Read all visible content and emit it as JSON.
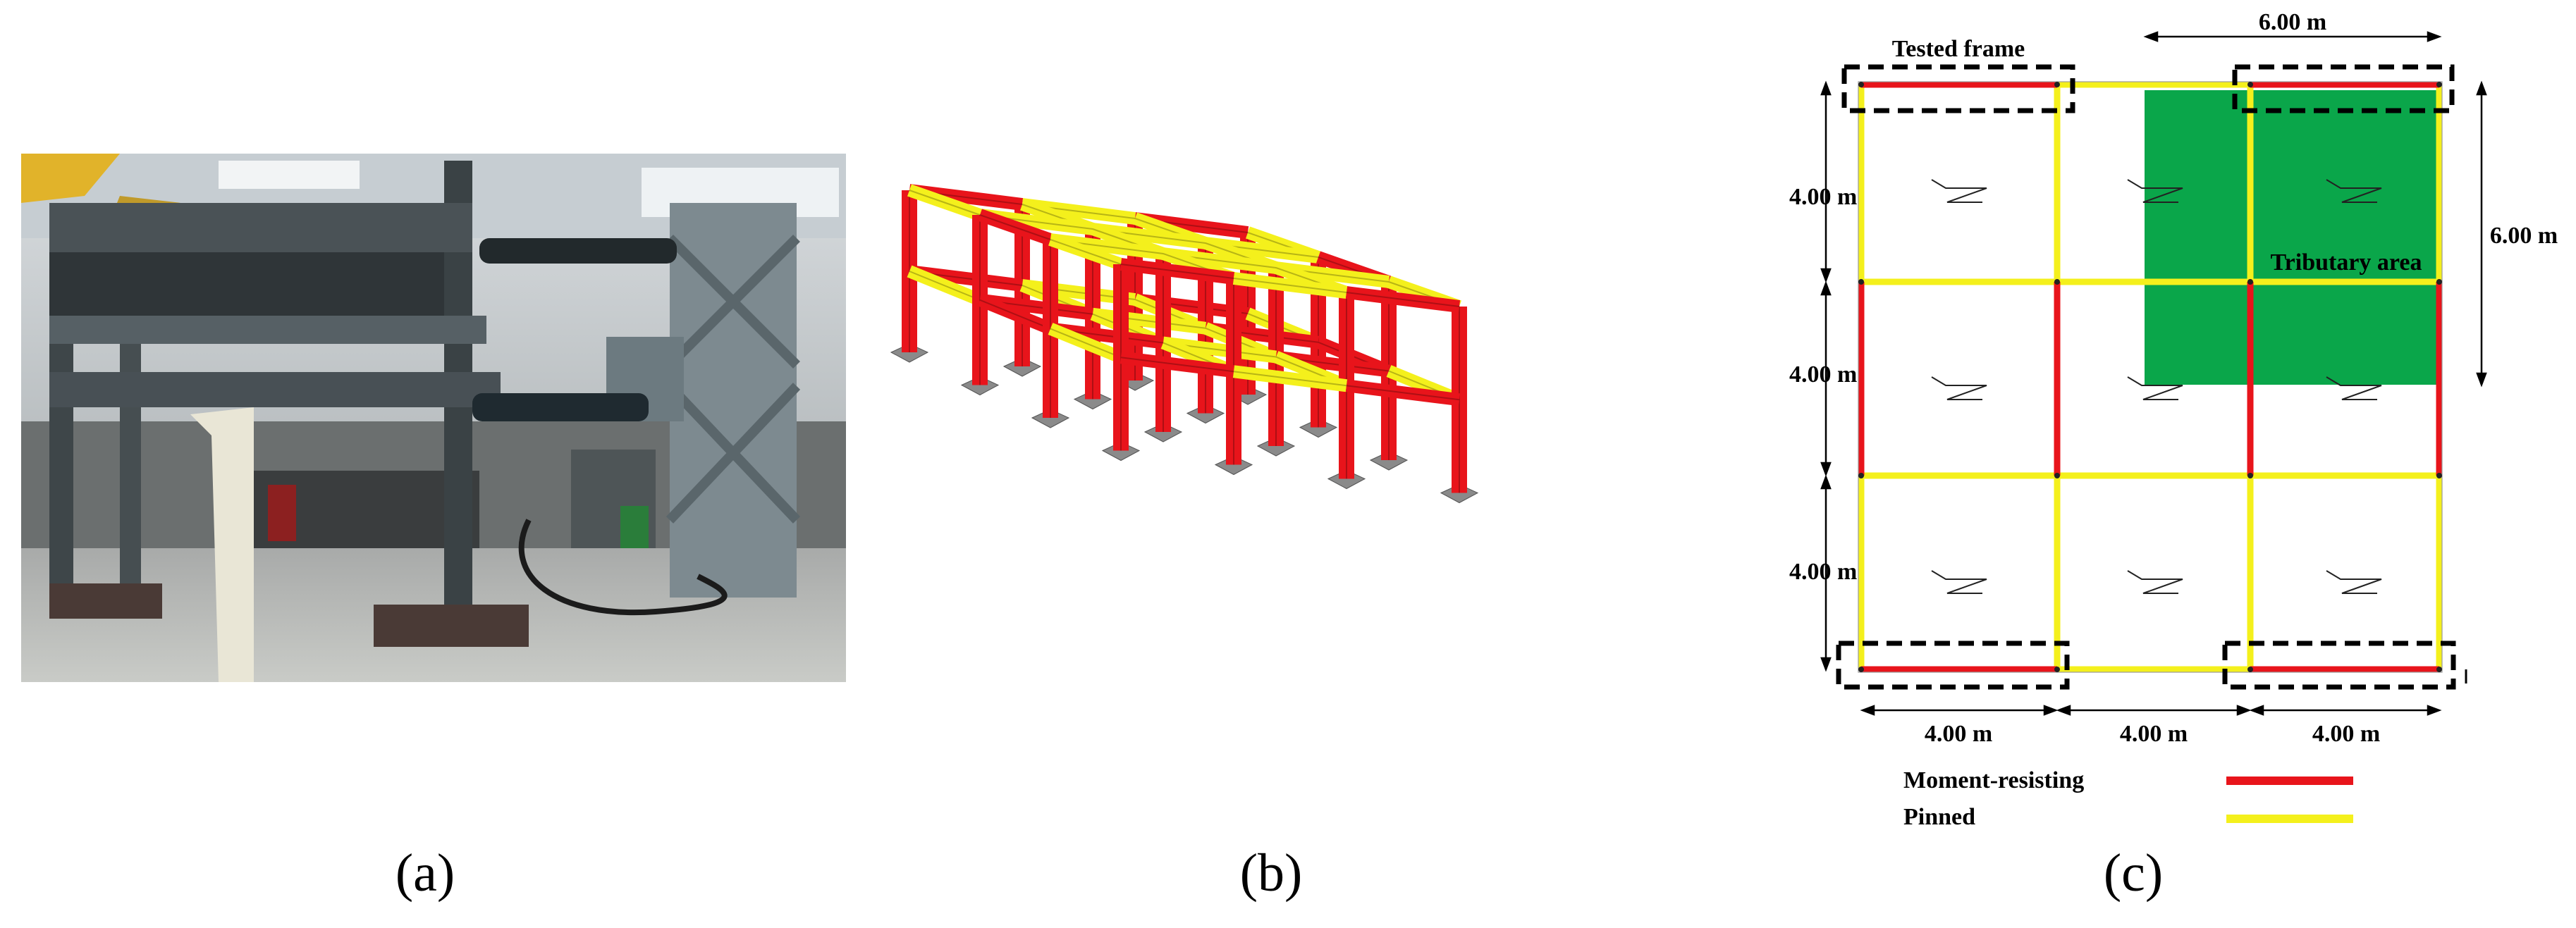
{
  "figure": {
    "subfigures": [
      {
        "label": "(a)"
      },
      {
        "label": "(b)"
      },
      {
        "label": "(c)"
      }
    ],
    "plan": {
      "tested_frame_label": "Tested frame",
      "tributary_area_label": "Tributary area",
      "top_dimension": "6.00 m",
      "right_dimension": "6.00 m",
      "left_dimensions": [
        "4.00 m",
        "4.00 m",
        "4.00 m"
      ],
      "bottom_dimensions": [
        "4.00 m",
        "4.00 m",
        "4.00 m"
      ],
      "legend": [
        {
          "label": "Moment-resisting",
          "color": "#e8141b"
        },
        {
          "label": "Pinned",
          "color": "#f4f01c"
        }
      ],
      "tributary_color": "#0aa64a"
    }
  }
}
